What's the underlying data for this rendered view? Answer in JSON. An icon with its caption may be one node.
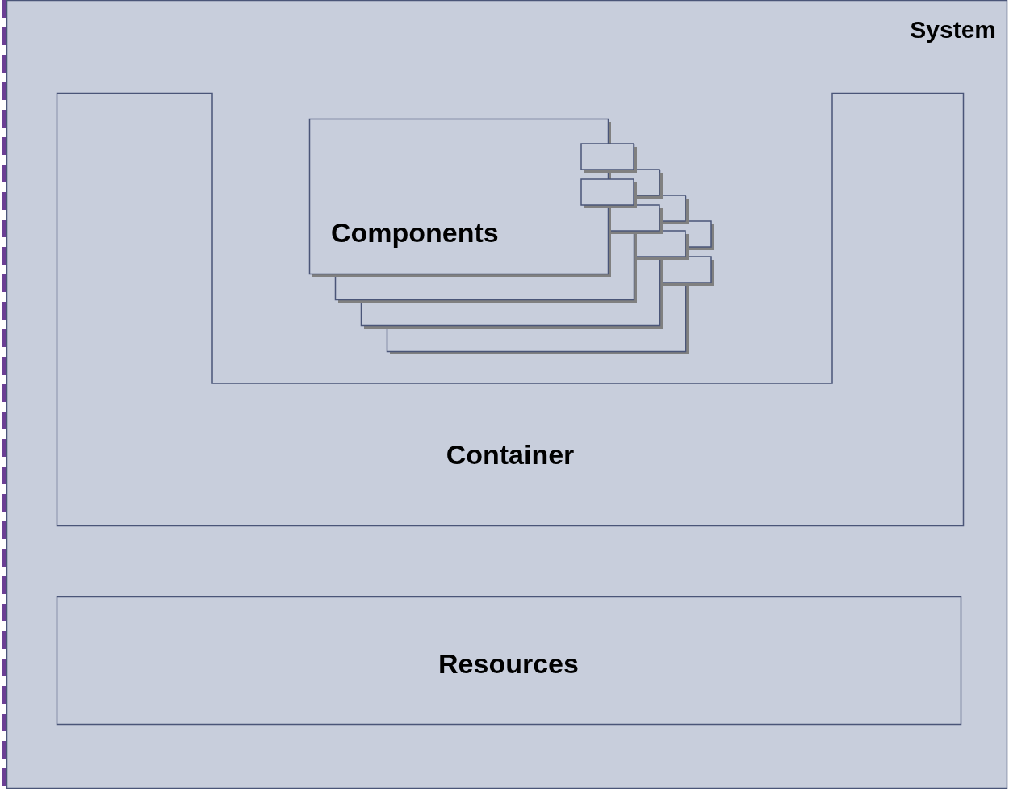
{
  "diagram": {
    "nodes": [
      {
        "text": [
          "System"
        ]
      },
      {
        "text": [
          "Container"
        ],
        "in": 0
      },
      {
        "text": [
          "Components"
        ],
        "in": 1
      },
      {
        "text": [
          "Resources"
        ],
        "in": 0
      }
    ]
  }
}
